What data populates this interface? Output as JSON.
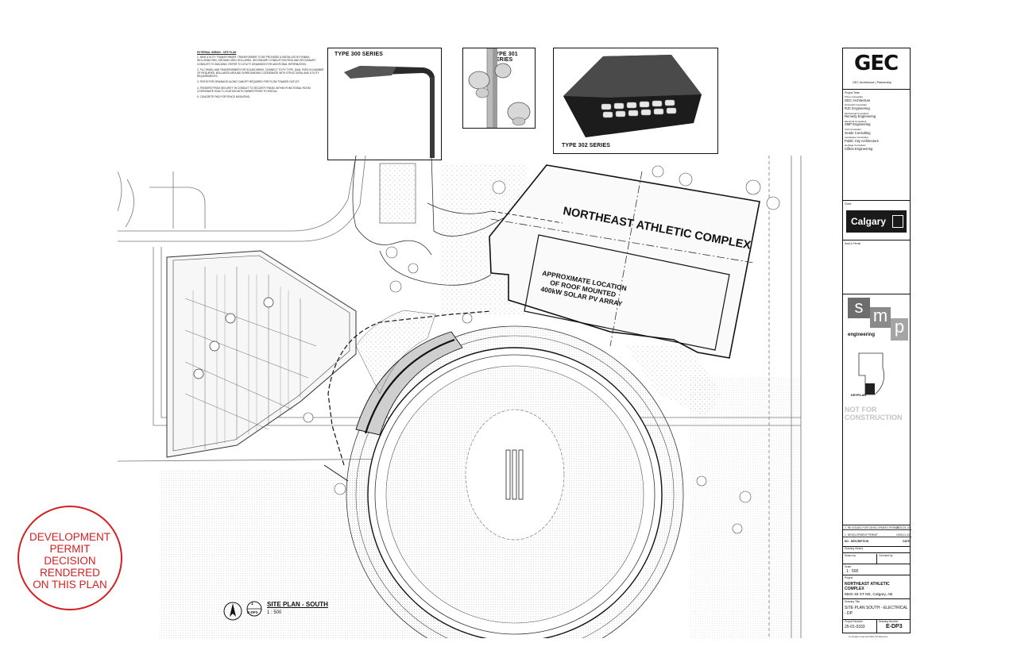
{
  "notes": {
    "heading": "EXTERNAL WIRING - SITE PLAN",
    "items": [
      {
        "num": "1",
        "text": "NEW UTILITY TRANSFORMER. TRANSFORMER TO BE PROVIDED & INSTALLED BY ENMAX. INCLUDING PAD, GROUND GRID, BOLLARDS, SECONDARY CONDUIT ROUTING AND SECONDARY CONDUITS TO BUILDING. REFER TO UTILITY DRAWINGS FOR ADDITIONAL INFORMATION."
      },
      {
        "num": "2",
        "text": "PLC PANEL AND TRANSFORMER FOR SOLAR ARRAY. CONNECT TO PV TYPE, DUAL FEED IN NUMBER OF REQUIRED. BOLLARDS AROUND SURROUNDING COORDINATE WITH STRUCTURAL AND UTILITY REQUIREMENTS."
      },
      {
        "num": "3",
        "text": "PATHS FOR DRAINAGE ALONG CANOPY REQUIRED FOR FLOW TOWARD OUTLET."
      },
      {
        "num": "4",
        "text": "FEEDERS FROM SECURITY IN CONDUIT TO SECURITY PANEL WITHIN FUNCTIONAL ROOM. COORDINATE EXACT LOCATION WITH OWNER PRIOR TO INSTALL."
      },
      {
        "num": "5",
        "text": "CONCRETE PAD FOR FENCE MOUNTING."
      }
    ]
  },
  "fixtures": {
    "type300": "TYPE 300 SERIES",
    "type301": "TYPE 301 SERIES",
    "type302": "TYPE 302 SERIES"
  },
  "site": {
    "building_name": "NORTHEAST ATHLETIC COMPLEX",
    "solar_line1": "APPROXIMATE LOCATION",
    "solar_line2": "OF ROOF MOUNTED",
    "solar_line3": "400kW SOLAR PV ARRAY"
  },
  "title_block": {
    "logo": "GEC",
    "firm": "GEC Architecture | Partnership",
    "project_team_label": "Project Team",
    "consultants": [
      {
        "role": "Prime Consultant",
        "name": "GEC Architecture"
      },
      {
        "role": "Structural Consultant",
        "name": "RJC Engineering"
      },
      {
        "role": "Mechanical Consultant",
        "name": "Remedy Engineering"
      },
      {
        "role": "Electrical Consultant",
        "name": "SMP Engineering"
      },
      {
        "role": "Civil Consultant",
        "name": "Grade Consulting"
      },
      {
        "role": "Landscape Consultant",
        "name": "Public City Architecture"
      },
      {
        "role": "Heritage Consultant",
        "name": "Clifton Engineering"
      }
    ],
    "client_label": "Client",
    "client_name": "Calgary",
    "seal_label": "Seal & Permit",
    "smp_letters": [
      "s",
      "m",
      "p"
    ],
    "smp_word": "engineering",
    "keyplan_label": "KEYPLAN",
    "not_for": "NOT FOR",
    "construction": "CONSTRUCTION",
    "revisions": [
      {
        "no": "2",
        "desc": "RE-ISSUED FOR DEVELOPMENT PERMIT",
        "date": "2025-04-10"
      },
      {
        "no": "1",
        "desc": "DEVELOPMENT PERMIT",
        "date": "2025-01-20"
      }
    ],
    "rev_headers": {
      "no": "NO.",
      "desc": "DESCRIPTION",
      "date": "DATE"
    },
    "drawing_history": "Drawing History",
    "drawn_by": "Drawn by",
    "checked_by": "Checked by",
    "scale_label": "Scale",
    "scale": "1 : 500",
    "project_label": "Project",
    "project_name": "NORTHEAST ATHLETIC COMPLEX",
    "address": "8500 48 ST NE, Calgary, AB",
    "drawing_title_label": "Drawing Title",
    "drawing_title": "SITE PLAN SOUTH - ELECTRICAL - DP",
    "project_number_label": "Project Number",
    "project_number": "25-01-0333",
    "drawing_number_label": "Drawing Number",
    "drawing_number": "E-DP3",
    "copyright": "Copyright reserved GEC Architecture"
  },
  "stamp": {
    "line1": "DEVELOPMENT",
    "line2": "PERMIT",
    "line3": "DECISION",
    "line4": "RENDERED",
    "line5": "ON THIS PLAN"
  },
  "plan_label": {
    "number": "1",
    "sheet": "E-DP3",
    "title": "SITE PLAN - SOUTH",
    "scale": "1 : 500"
  }
}
